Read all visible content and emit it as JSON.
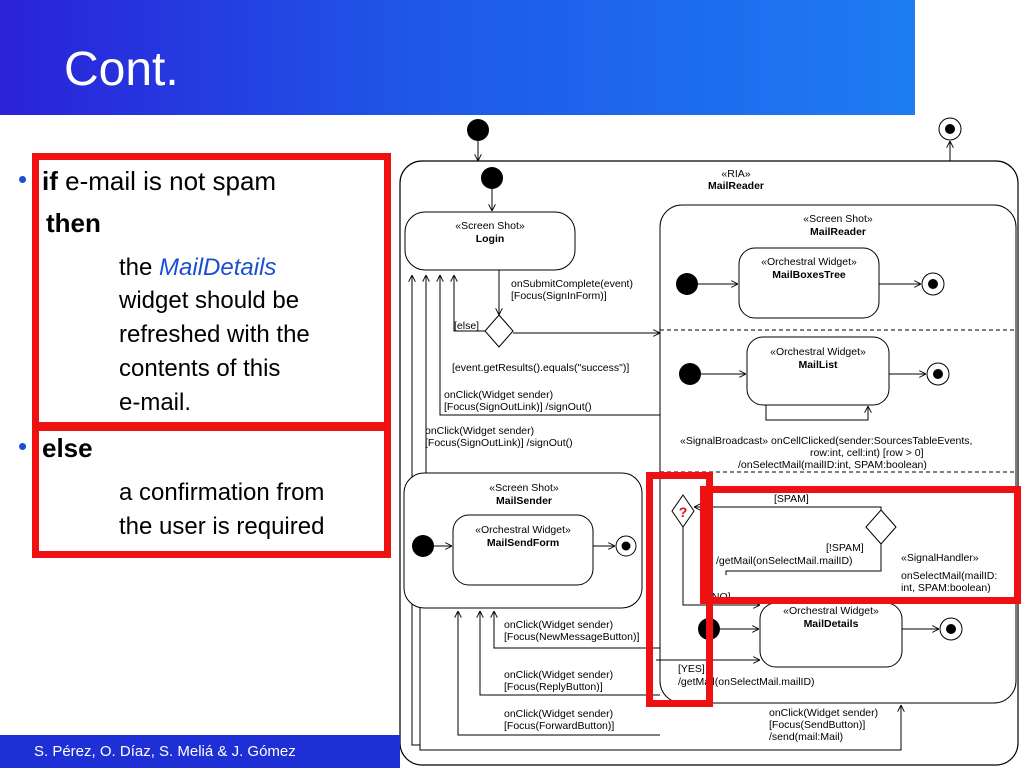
{
  "slide": {
    "title": "Cont.",
    "footer": "S. Pérez, O. Díaz, S. Meliá & J. Gómez"
  },
  "bullets": {
    "if_kw": "if",
    "if_rest": " e-mail is not spam",
    "then_kw": "then",
    "then_line1_pre": "the ",
    "then_line1_italic": "MailDetails",
    "then_line2": "widget should be",
    "then_line3": "refreshed with the",
    "then_line4": "contents of this",
    "then_line5": "e-mail.",
    "else_kw": "else",
    "else_line1": "a confirmation from",
    "else_line2": "the user is required"
  },
  "diagram": {
    "ria_stereo": "«RIA»",
    "ria_name": "MailReader",
    "login_stereo": "«Screen Shot»",
    "login_name": "Login",
    "reader_stereo": "«Screen Shot»",
    "reader_name": "MailReader",
    "boxes_stereo": "«Orchestral Widget»",
    "boxes_name": "MailBoxesTree",
    "list_stereo": "«Orchestral Widget»",
    "list_name": "MailList",
    "sender_stereo": "«Screen Shot»",
    "sender_name": "MailSender",
    "sendform_stereo": "«Orchestral Widget»",
    "sendform_name": "MailSendForm",
    "details_stereo": "«Orchestral Widget»",
    "details_name": "MailDetails",
    "t_submit1": "onSubmitComplete(event)",
    "t_submit2": "[Focus(SignInForm)]",
    "t_else": "[else]",
    "t_success": "[event.getResults().equals(\"success\")]",
    "t_signout_a1": "onClick(Widget sender)",
    "t_signout_a2": "[Focus(SignOutLink)] /signOut()",
    "t_signout_b1": "onClick(Widget sender)",
    "t_signout_b2": "[Focus(SignOutLink)] /signOut()",
    "t_broadcast1": "«SignalBroadcast» onCellClicked(sender:SourcesTableEvents,",
    "t_broadcast2": "row:int, cell:int) [row > 0]",
    "t_broadcast3": "/onSelectMail(mailID:int, SPAM:boolean)",
    "t_spam": "[SPAM]",
    "t_notspam": "[!SPAM]",
    "t_getmail1": "/getMail(onSelectMail.mailID)",
    "t_handler1": "«SignalHandler»",
    "t_handler2": "onSelectMail(mailID:",
    "t_handler3": "int, SPAM:boolean)",
    "t_no": "[NO]",
    "t_yes": "[YES]",
    "t_getmail2": "/getMail(onSelectMail.mailID)",
    "t_question": "?",
    "t_newmsg1": "onClick(Widget sender)",
    "t_newmsg2": "[Focus(NewMessageButton)]",
    "t_reply1": "onClick(Widget sender)",
    "t_reply2": "[Focus(ReplyButton)]",
    "t_fwd1": "onClick(Widget sender)",
    "t_fwd2": "[Focus(ForwardButton)]",
    "t_send1": "onClick(Widget sender)",
    "t_send2": "[Focus(SendButton)]",
    "t_send3": "/send(mail:Mail)"
  },
  "colors": {
    "title_gradient_start": "#2a22d8",
    "title_gradient_end": "#1d7cf3",
    "highlight_red": "#ee1111",
    "bullet_blue": "#1a4fd4"
  }
}
